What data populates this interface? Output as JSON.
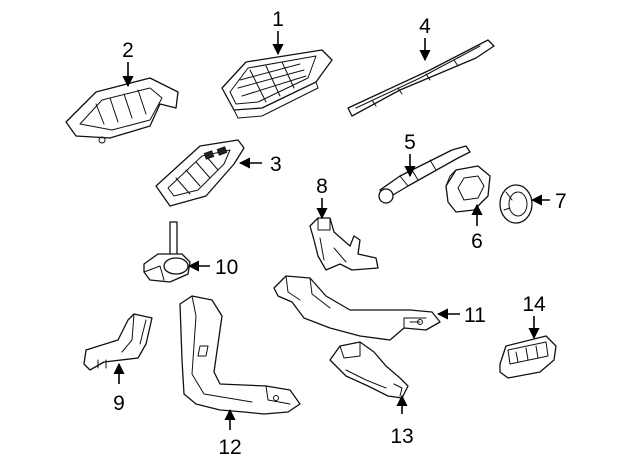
{
  "diagram": {
    "callouts": [
      {
        "id": "1",
        "text": "1"
      },
      {
        "id": "2",
        "text": "2"
      },
      {
        "id": "3",
        "text": "3"
      },
      {
        "id": "4",
        "text": "4"
      },
      {
        "id": "5",
        "text": "5"
      },
      {
        "id": "6",
        "text": "6"
      },
      {
        "id": "7",
        "text": "7"
      },
      {
        "id": "8",
        "text": "8"
      },
      {
        "id": "9",
        "text": "9"
      },
      {
        "id": "10",
        "text": "10"
      },
      {
        "id": "11",
        "text": "11"
      },
      {
        "id": "12",
        "text": "12"
      },
      {
        "id": "13",
        "text": "13"
      },
      {
        "id": "14",
        "text": "14"
      }
    ],
    "colors": {
      "line": "#111111",
      "background": "#ffffff"
    }
  }
}
